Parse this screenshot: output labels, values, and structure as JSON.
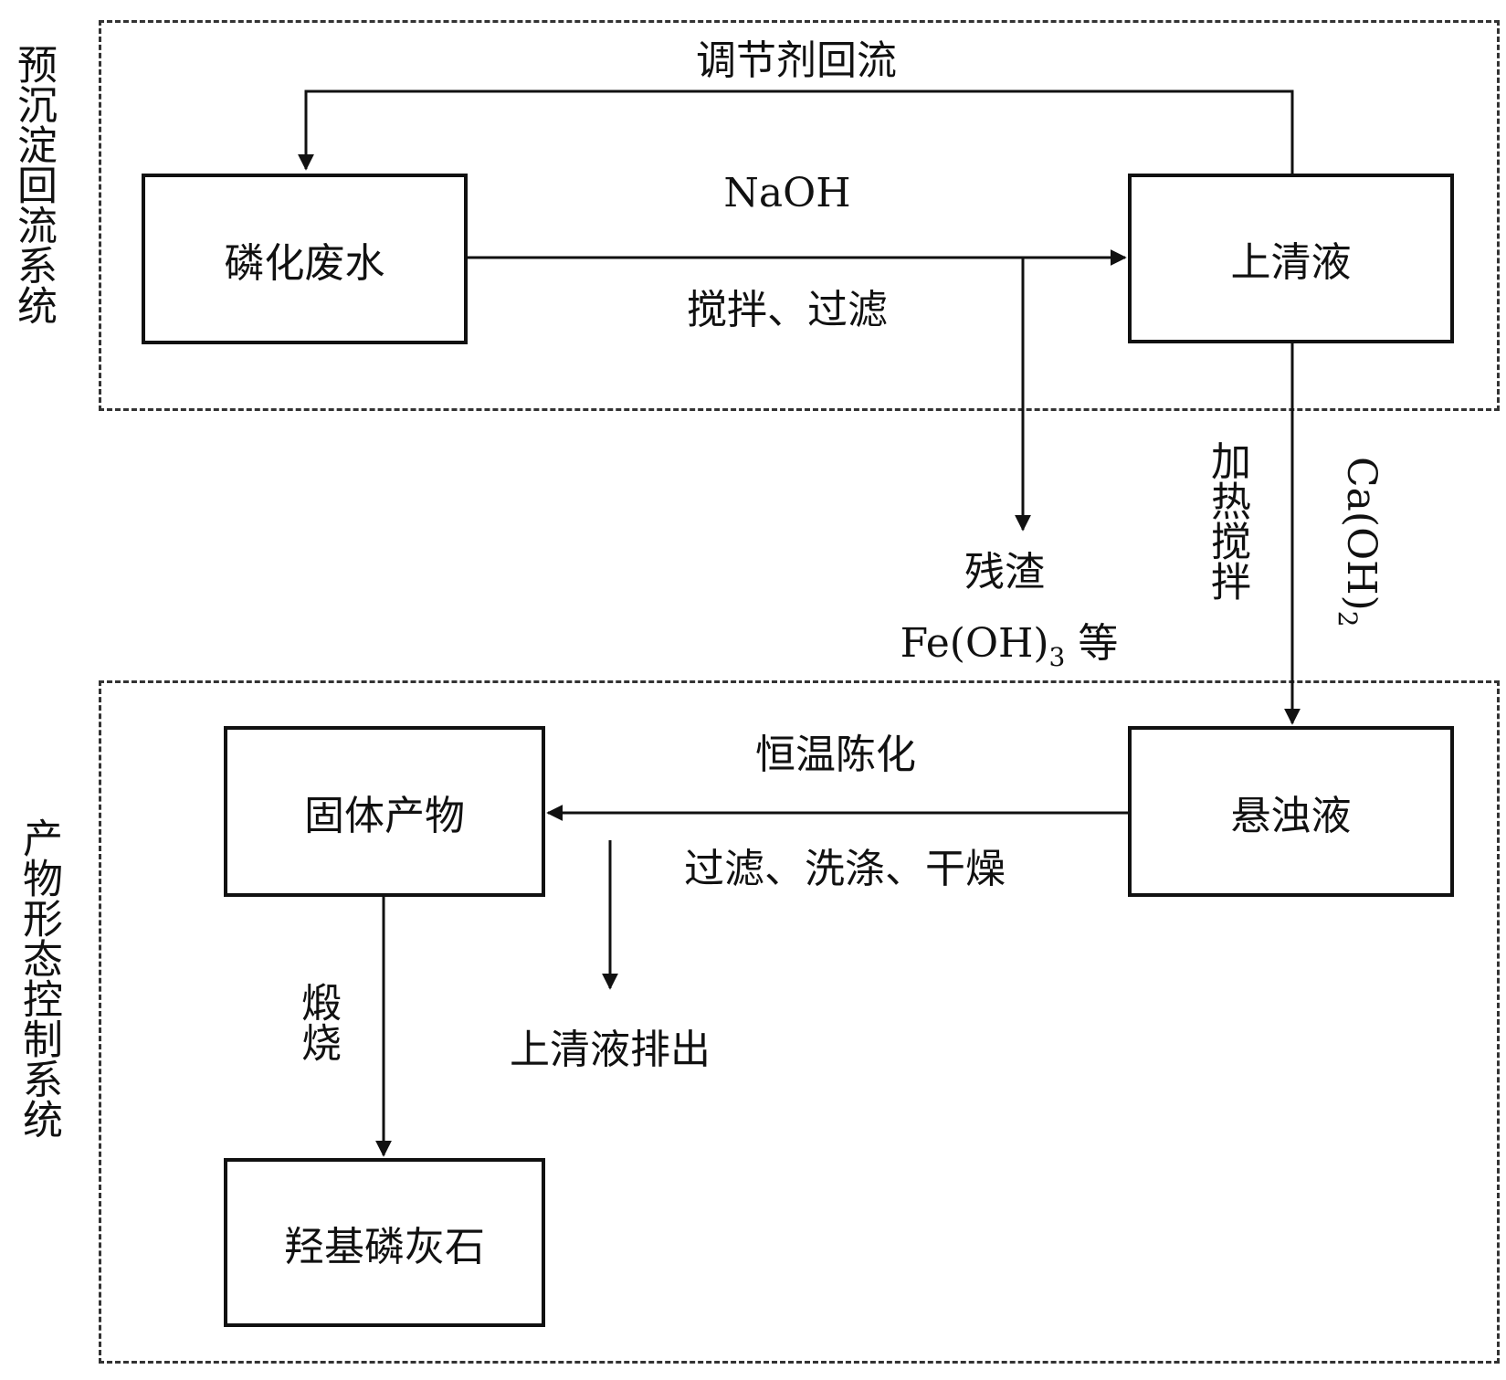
{
  "systems": {
    "top_label": "预沉淀回流系统",
    "bottom_label": "产物形态控制系统"
  },
  "nodes": {
    "wastewater": "磷化废水",
    "supernatant": "上清液",
    "suspension": "悬浊液",
    "solid_product": "固体产物",
    "hydroxyapatite": "羟基磷灰石"
  },
  "edges": {
    "regulator_reflux": "调节剂回流",
    "naoh": "NaOH",
    "stir_filter": "搅拌、过滤",
    "residue": "残渣",
    "residue_formula_main": "Fe(OH)",
    "residue_formula_sub": "3",
    "residue_formula_tail": " 等",
    "heat_stir": "加热搅拌",
    "caoh2_main": "Ca(OH)",
    "caoh2_sub": "2",
    "constant_temp_aging": "恒温陈化",
    "filter_wash_dry": "过滤、洗涤、干燥",
    "supernatant_discharge": "上清液排出",
    "calcination": "煅烧"
  },
  "colors": {
    "line": "#111111",
    "frame": "#333333"
  }
}
